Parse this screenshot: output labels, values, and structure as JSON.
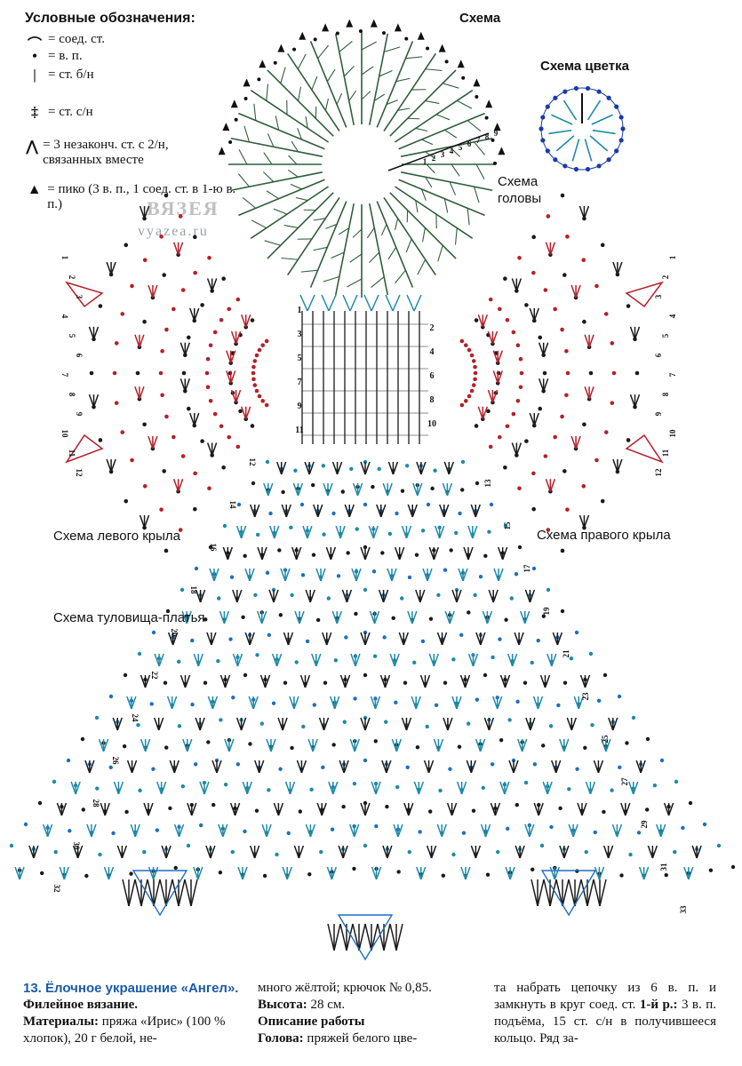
{
  "legend": {
    "title": "Условные обозначения:",
    "items": [
      {
        "symbol": "⌒",
        "text": "= соед. ст."
      },
      {
        "symbol": "•",
        "text": "= в. п."
      },
      {
        "symbol": "|",
        "text": "= ст. б/н"
      },
      {
        "symbol": "‡",
        "text": "= ст. с/н"
      },
      {
        "symbol": "⋀",
        "text": "= 3 незаконч. ст. с 2/н, связанных вместе"
      },
      {
        "symbol": "▲",
        "text": "= пико (3 в. п., 1 соед. ст. в 1-ю в. п.)"
      }
    ]
  },
  "watermark": {
    "logo": "ВЯЗЕЯ",
    "site": "vyazea.ru"
  },
  "labels": {
    "scheme": "Схема",
    "flower": "Схема цветка",
    "head": "Схема головы",
    "left_wing": "Схема левого крыла",
    "right_wing": "Схема правого крыла",
    "body": "Схема туловища-платья"
  },
  "head_rows": [
    "1",
    "2",
    "3",
    "4",
    "5",
    "6",
    "7",
    "8",
    "9"
  ],
  "neck_rows_left": [
    "1",
    "3",
    "5",
    "7",
    "9",
    "11"
  ],
  "neck_rows_right": [
    "2",
    "4",
    "6",
    "8",
    "10"
  ],
  "body_rows": [
    "12",
    "13",
    "14",
    "15",
    "16",
    "17",
    "18",
    "19",
    "20",
    "21",
    "22",
    "23",
    "24",
    "25",
    "26",
    "27",
    "28",
    "29",
    "30",
    "31",
    "32",
    "33"
  ],
  "wing_rows": [
    "1",
    "2",
    "3",
    "4",
    "5",
    "6",
    "7",
    "8",
    "9",
    "10",
    "11",
    "12"
  ],
  "colors": {
    "green": "#2f5e3a",
    "red": "#b5202a",
    "blue": "#1e6fc0",
    "teal": "#1f8aa8",
    "black": "#1a1a1a",
    "navy": "#1a3aa8"
  },
  "article": {
    "col1": {
      "title": "13. Ёлочное украшение «Ангел».",
      "subtitle": "Филейное вязание.",
      "materials_label": "Материалы:",
      "materials_text": " пряжа «Ирис» (100 % хлопок), 20 г белой, не-"
    },
    "col2": {
      "line1": "много жёлтой; крючок № 0,85.",
      "height_label": "Высота:",
      "height_text": " 28 см.",
      "desc_label": "Описание работы",
      "head_label": "Голова:",
      "head_text": " пряжей белого цве-"
    },
    "col3": {
      "text1": "та набрать цепочку из 6 в. п. и замкнуть в круг соед. ст. ",
      "row_label": "1-й р.:",
      "text2": " 3 в. п. подъёма, 15 ст. с/н в получившееся кольцо. Ряд за-"
    }
  }
}
